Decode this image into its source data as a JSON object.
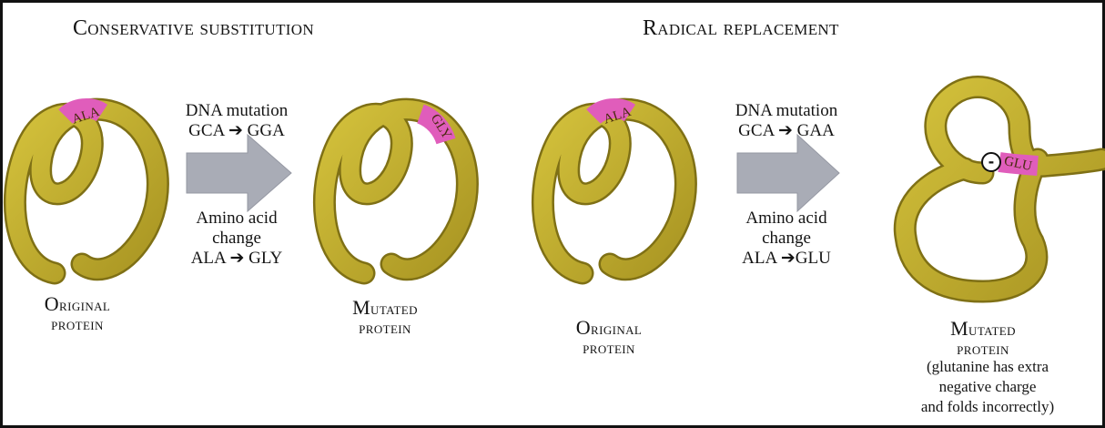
{
  "headings": {
    "conservative": "Conservative substitution",
    "radical": "Radical replacement"
  },
  "panel1": {
    "mutation_title": "DNA mutation",
    "mutation_change": "GCA ➔ GGA",
    "amino_title": "Amino acid",
    "amino_change_word": "change",
    "amino_change": "ALA ➔ GLY"
  },
  "panel2": {
    "mutation_title": "DNA mutation",
    "mutation_change": "GCA ➔ GAA",
    "amino_title": "Amino acid",
    "amino_change_word": "change",
    "amino_change": "ALA ➔GLU"
  },
  "labels": {
    "original_1": {
      "first": "O",
      "rest": "riginal",
      "second": "protein"
    },
    "mutated_1": {
      "first": "M",
      "rest": "utated",
      "second": "protein"
    },
    "original_2": {
      "first": "O",
      "rest": "riginal",
      "second": "protein"
    },
    "mutated_2": {
      "first": "M",
      "rest": "utated",
      "second": "protein"
    }
  },
  "residues": {
    "p1_original": "ALA",
    "p1_mutated": "GLY",
    "p2_original": "ALA",
    "p2_mutated": "GLU",
    "charge_symbol": "-"
  },
  "note": {
    "line1": "(glutanine has extra",
    "line2": "negative charge",
    "line3": "and folds incorrectly)"
  },
  "colors": {
    "protein_fill": "#b9a52b",
    "protein_dark": "#8a7a18",
    "residue_fill": "#e05dbb",
    "arrow_fill": "#a9acb6",
    "frame": "#111111"
  }
}
